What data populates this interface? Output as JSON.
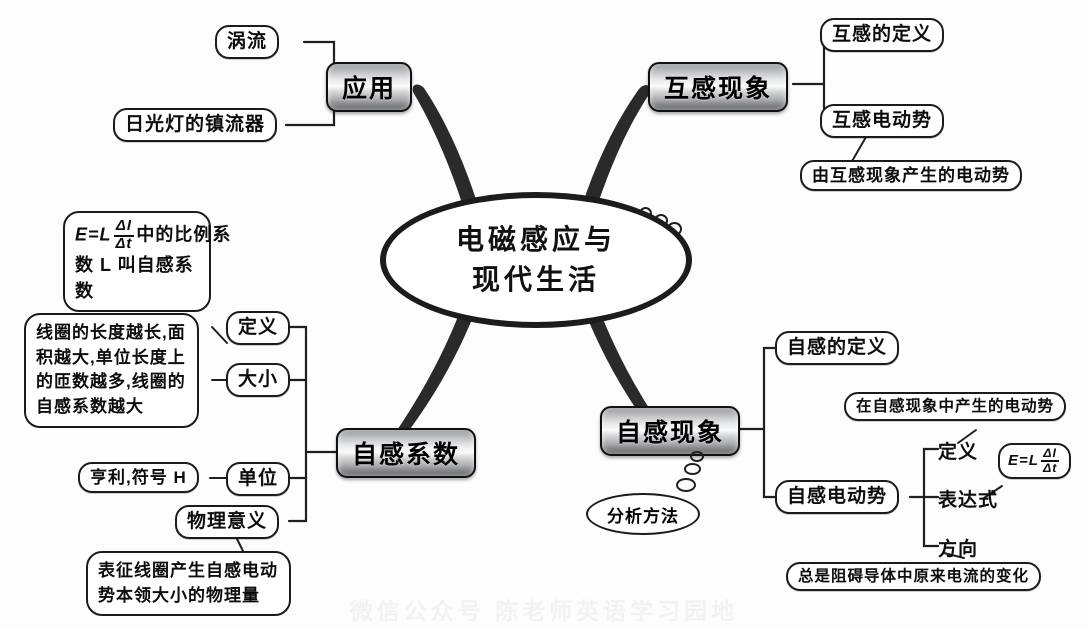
{
  "center": {
    "line1": "电磁感应与",
    "line2": "现代生活"
  },
  "branches": {
    "application": "应用",
    "mutual_induction": "互感现象",
    "self_inductance_coefficient": "自感系数",
    "self_induction": "自感现象"
  },
  "application_children": [
    {
      "label": "涡流"
    },
    {
      "label": "日光灯的镇流器"
    }
  ],
  "mutual_children": [
    {
      "label": "互感的定义"
    },
    {
      "label": "互感电动势"
    }
  ],
  "mutual_notes": [
    {
      "label": "由互感现象产生的电动势"
    }
  ],
  "coefficient_children": [
    {
      "label": "定义"
    },
    {
      "label": "大小"
    },
    {
      "label": "单位"
    },
    {
      "label": "物理意义"
    }
  ],
  "coefficient_notes": {
    "definition": {
      "formula_prefix": "E=L",
      "frac_num": "ΔI",
      "frac_den": "Δt",
      "text_after": "中的比例系",
      "line2": "数 L 叫自感系数"
    },
    "size": "线圈的长度越长,面积越大,单位长度上的匝数越多,线圈的自感系数越大",
    "unit": "亨利,符号 H",
    "meaning": "表征线圈产生自感电动势本领大小的物理量"
  },
  "self_induction_children": [
    {
      "label": "自感的定义"
    },
    {
      "label": "自感电动势"
    }
  ],
  "emf_children": [
    {
      "label": "定义"
    },
    {
      "label": "表达式"
    },
    {
      "label": "方向"
    }
  ],
  "emf_notes": {
    "definition": "在自感现象中产生的电动势",
    "expression": {
      "formula_prefix": "E=L",
      "frac_num": "ΔI",
      "frac_den": "Δt"
    },
    "direction": "总是阻碍导体中原来电流的变化"
  },
  "analysis_bubble": "分析方法",
  "watermark": "微信公众号 陈老师英语学习园地",
  "colors": {
    "ink": "#1b1b1b",
    "paper": "#fdfdfd",
    "branch_metal": "#b9bbbd"
  }
}
